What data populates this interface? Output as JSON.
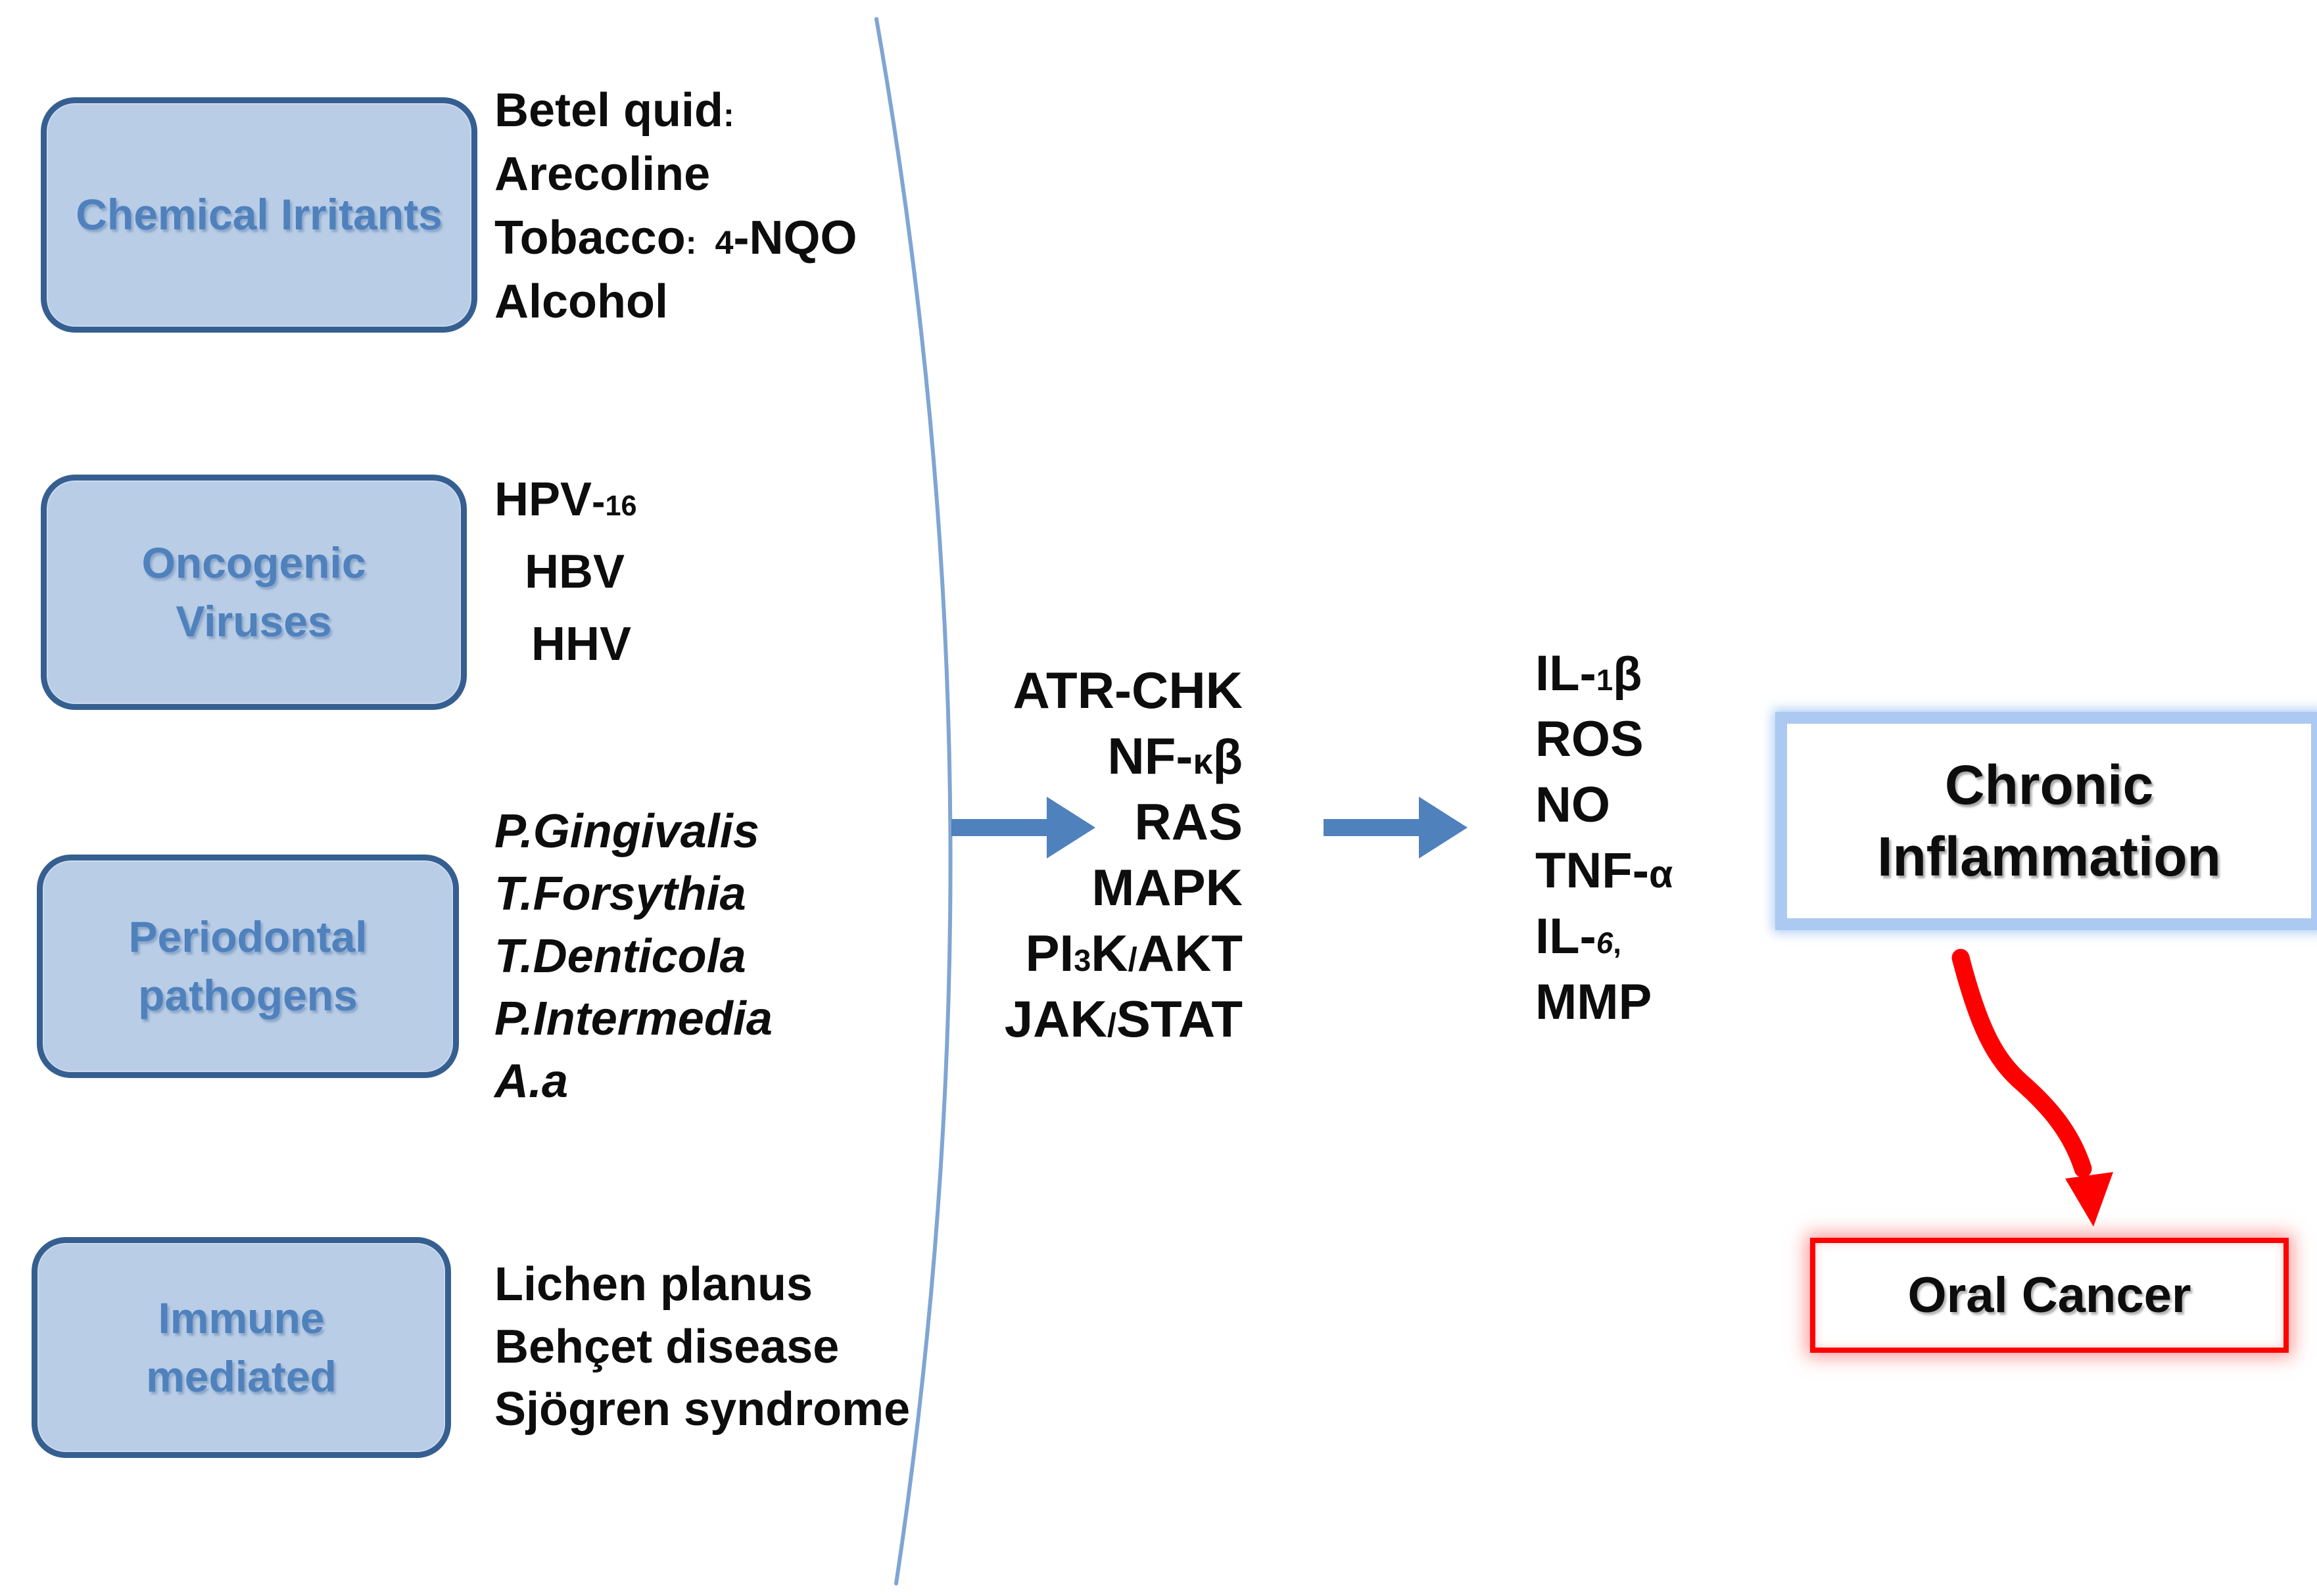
{
  "colors": {
    "accent": "#4f81bd",
    "box_fill": "#b9cde6",
    "box_border": "#365f91",
    "chronic_border": "#abc9f1",
    "red": "#fe0000",
    "arc": "#7fa5d3",
    "text": "#0d0d0d"
  },
  "cause_boxes": [
    {
      "label": "Chemical Irritants"
    },
    {
      "label": "Oncogenic Viruses"
    },
    {
      "label": "Periodontal pathogens"
    },
    {
      "label": "Immune mediated"
    }
  ],
  "lists": {
    "chemical_agents": {
      "items": [
        {
          "ind": 0,
          "seg": [
            [
              "Betel quid",
              1
            ],
            [
              ":",
              0.7
            ]
          ]
        },
        {
          "ind": 0,
          "seg": [
            [
              "Arecoline",
              1
            ]
          ]
        },
        {
          "ind": 0,
          "seg": [
            [
              "Tobacco",
              1
            ],
            [
              ":",
              0.7
            ],
            [
              "  ",
              0.7
            ],
            [
              "4",
              0.7
            ],
            [
              "-NQO",
              1
            ]
          ]
        },
        {
          "ind": 0,
          "seg": [
            [
              "Alcohol",
              1
            ]
          ]
        }
      ]
    },
    "oncogenic_viruses": {
      "items": [
        {
          "ind": 0,
          "seg": [
            [
              "HPV",
              1
            ],
            [
              "-",
              0.85
            ],
            [
              "16",
              0.6
            ]
          ]
        },
        {
          "ind": 46,
          "seg": [
            [
              "HBV",
              1
            ]
          ]
        },
        {
          "ind": 56,
          "seg": [
            [
              "HHV",
              1
            ]
          ]
        }
      ]
    },
    "periodontal_pathogens": {
      "items": [
        {
          "ind": 0,
          "seg": [
            [
              "P.Gingivalis",
              1
            ]
          ]
        },
        {
          "ind": 0,
          "seg": [
            [
              "T.Forsythia",
              1
            ]
          ]
        },
        {
          "ind": 0,
          "seg": [
            [
              "T.Denticola",
              1
            ]
          ]
        },
        {
          "ind": 0,
          "seg": [
            [
              "P.Intermedia",
              1
            ]
          ]
        },
        {
          "ind": 0,
          "seg": [
            [
              "A.a",
              1
            ]
          ]
        }
      ]
    },
    "immune_conditions": {
      "items": [
        {
          "ind": 0,
          "seg": [
            [
              "Lichen planus",
              1
            ]
          ]
        },
        {
          "ind": 0,
          "seg": [
            [
              "Behçet disease",
              1
            ]
          ]
        },
        {
          "ind": 0,
          "seg": [
            [
              "Sjögren syndrome",
              1
            ]
          ]
        }
      ]
    },
    "signaling_pathways": {
      "items": [
        {
          "ind": 0,
          "seg": [
            [
              "ATR-CHK",
              1
            ]
          ]
        },
        {
          "ind": 0,
          "seg": [
            [
              "NF-",
              1
            ],
            [
              "κ",
              0.7
            ],
            [
              "β",
              0.95
            ]
          ]
        },
        {
          "ind": 0,
          "seg": [
            [
              "RAS",
              1
            ]
          ]
        },
        {
          "ind": 0,
          "seg": [
            [
              "MAPK",
              1
            ]
          ]
        },
        {
          "ind": 0,
          "seg": [
            [
              "PI",
              1
            ],
            [
              "3",
              0.6
            ],
            [
              "K",
              1
            ],
            [
              "/",
              0.65
            ],
            [
              "AKT",
              1
            ]
          ]
        },
        {
          "ind": 0,
          "seg": [
            [
              "JAK",
              1
            ],
            [
              "/",
              0.65
            ],
            [
              "STAT",
              1
            ]
          ]
        }
      ]
    },
    "inflammatory_mediators": {
      "items": [
        {
          "ind": 0,
          "seg": [
            [
              "IL-",
              1
            ],
            [
              "1",
              0.6
            ],
            [
              "β",
              0.95
            ]
          ]
        },
        {
          "ind": 0,
          "seg": [
            [
              "ROS",
              1
            ]
          ]
        },
        {
          "ind": 0,
          "seg": [
            [
              "NO",
              1
            ]
          ]
        },
        {
          "ind": 0,
          "seg": [
            [
              "TNF-",
              1
            ],
            [
              "α",
              0.78
            ]
          ]
        },
        {
          "ind": 0,
          "seg": [
            [
              "IL-",
              1
            ],
            [
              "6",
              0.6,
              "i"
            ],
            [
              ",",
              0.6
            ]
          ]
        },
        {
          "ind": 0,
          "seg": [
            [
              "MMP",
              1
            ]
          ]
        }
      ]
    }
  },
  "outcome": {
    "chronic": {
      "label": "Chronic Inflammation"
    },
    "oral": {
      "label": "Oral Cancer"
    }
  }
}
